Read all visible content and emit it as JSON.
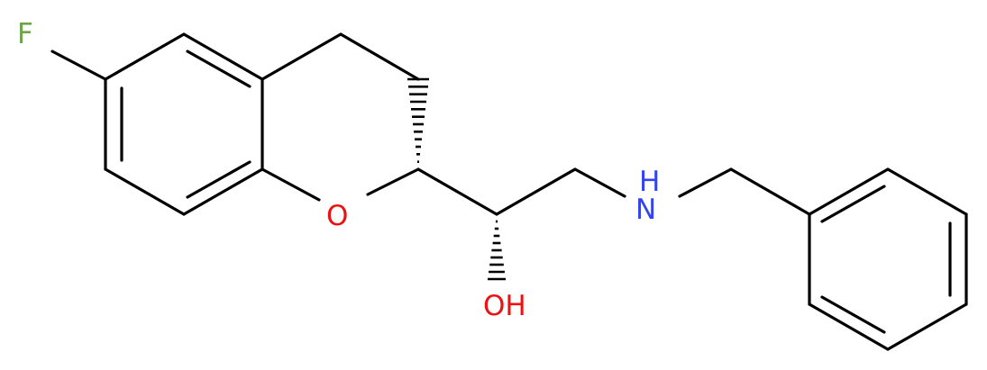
{
  "atoms": {
    "fluorine": {
      "label": "F",
      "color": "#6fa54a"
    },
    "ring_oxygen": {
      "label": "O",
      "color": "#ee1111"
    },
    "hydroxyl": {
      "label": "OH",
      "color": "#ee1111"
    },
    "amine": {
      "label": "N",
      "color": "#3344ee"
    },
    "amine_h": {
      "label": "H",
      "color": "#3344ee"
    }
  },
  "colors": {
    "bond": "#000000",
    "background": "#ffffff"
  }
}
